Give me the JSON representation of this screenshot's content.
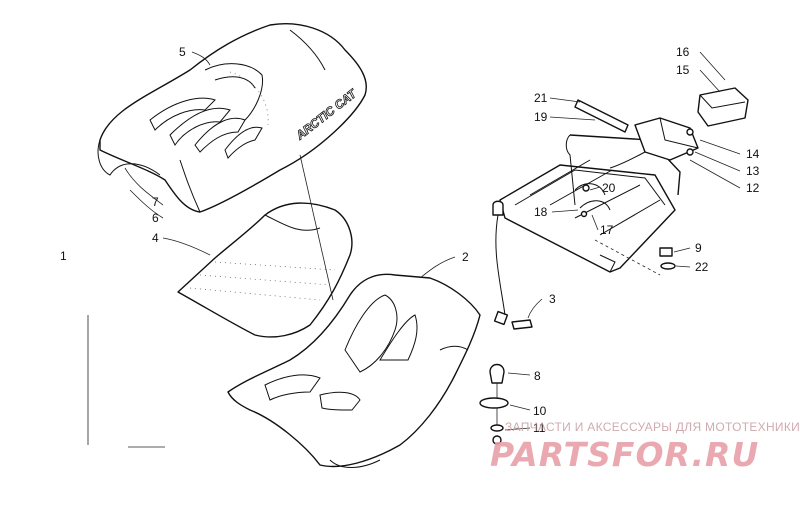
{
  "callouts": {
    "c1": "1",
    "c2": "2",
    "c3": "3",
    "c4": "4",
    "c5": "5",
    "c6": "6",
    "c7": "7",
    "c8": "8",
    "c9": "9",
    "c10": "10",
    "c11": "11",
    "c12": "12",
    "c13": "13",
    "c14": "14",
    "c15": "15",
    "c16": "16",
    "c17": "17",
    "c18": "18",
    "c19": "19",
    "c20": "20",
    "c21": "21",
    "c22": "22"
  },
  "seat_logo": "ARCTIC CAT",
  "watermark": {
    "tagline": "ЗАПЧАСТИ И АКСЕССУАРЫ ДЛЯ МОТОТЕХНИКИ",
    "logo": "PARTSFOR.RU"
  },
  "colors": {
    "line": "#111111",
    "watermark": "#e8a0a8"
  }
}
